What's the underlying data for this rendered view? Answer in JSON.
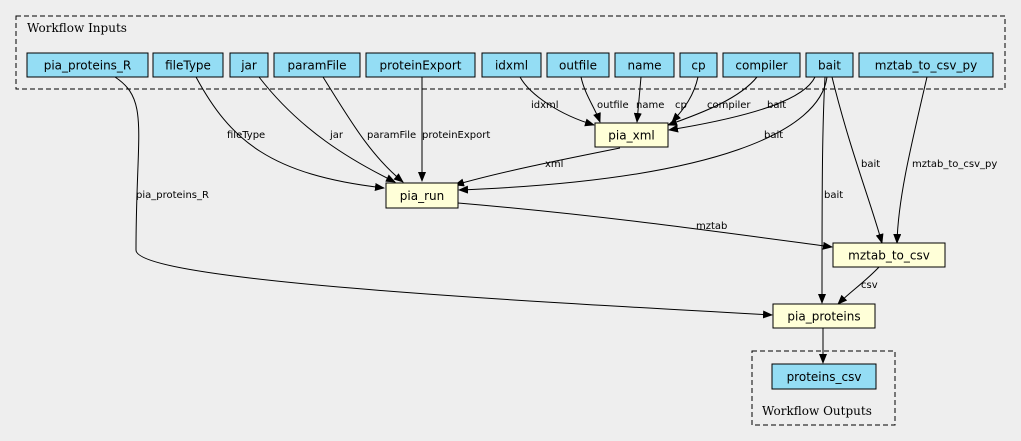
{
  "clusters": {
    "inputs_label": "Workflow Inputs",
    "outputs_label": "Workflow Outputs"
  },
  "inputs": {
    "pia_proteins_R": "pia_proteins_R",
    "fileType": "fileType",
    "jar": "jar",
    "paramFile": "paramFile",
    "proteinExport": "proteinExport",
    "idxml": "idxml",
    "outfile": "outfile",
    "name": "name",
    "cp": "cp",
    "compiler": "compiler",
    "bait": "bait",
    "mztab_to_csv_py": "mztab_to_csv_py"
  },
  "steps": {
    "pia_xml": "pia_xml",
    "pia_run": "pia_run",
    "mztab_to_csv": "mztab_to_csv",
    "pia_proteins": "pia_proteins"
  },
  "outputs": {
    "proteins_csv": "proteins_csv"
  },
  "edge_labels": {
    "idxml": "idxml",
    "outfile": "outfile",
    "name": "name",
    "cp": "cp",
    "compiler": "compiler",
    "bait_pia_xml": "bait",
    "bait_pia_run": "bait",
    "fileType": "fileType",
    "jar": "jar",
    "paramFile": "paramFile",
    "proteinExport": "proteinExport",
    "xml": "xml",
    "pia_proteins_R": "pia_proteins_R",
    "mztab": "mztab",
    "bait_pia_proteins": "bait",
    "bait_mztab_to_csv": "bait",
    "mztab_to_csv_py": "mztab_to_csv_py",
    "csv": "csv"
  },
  "colors": {
    "background": "#eeeeee",
    "io_fill": "#94ddf4",
    "step_fill": "#ffffd8"
  }
}
